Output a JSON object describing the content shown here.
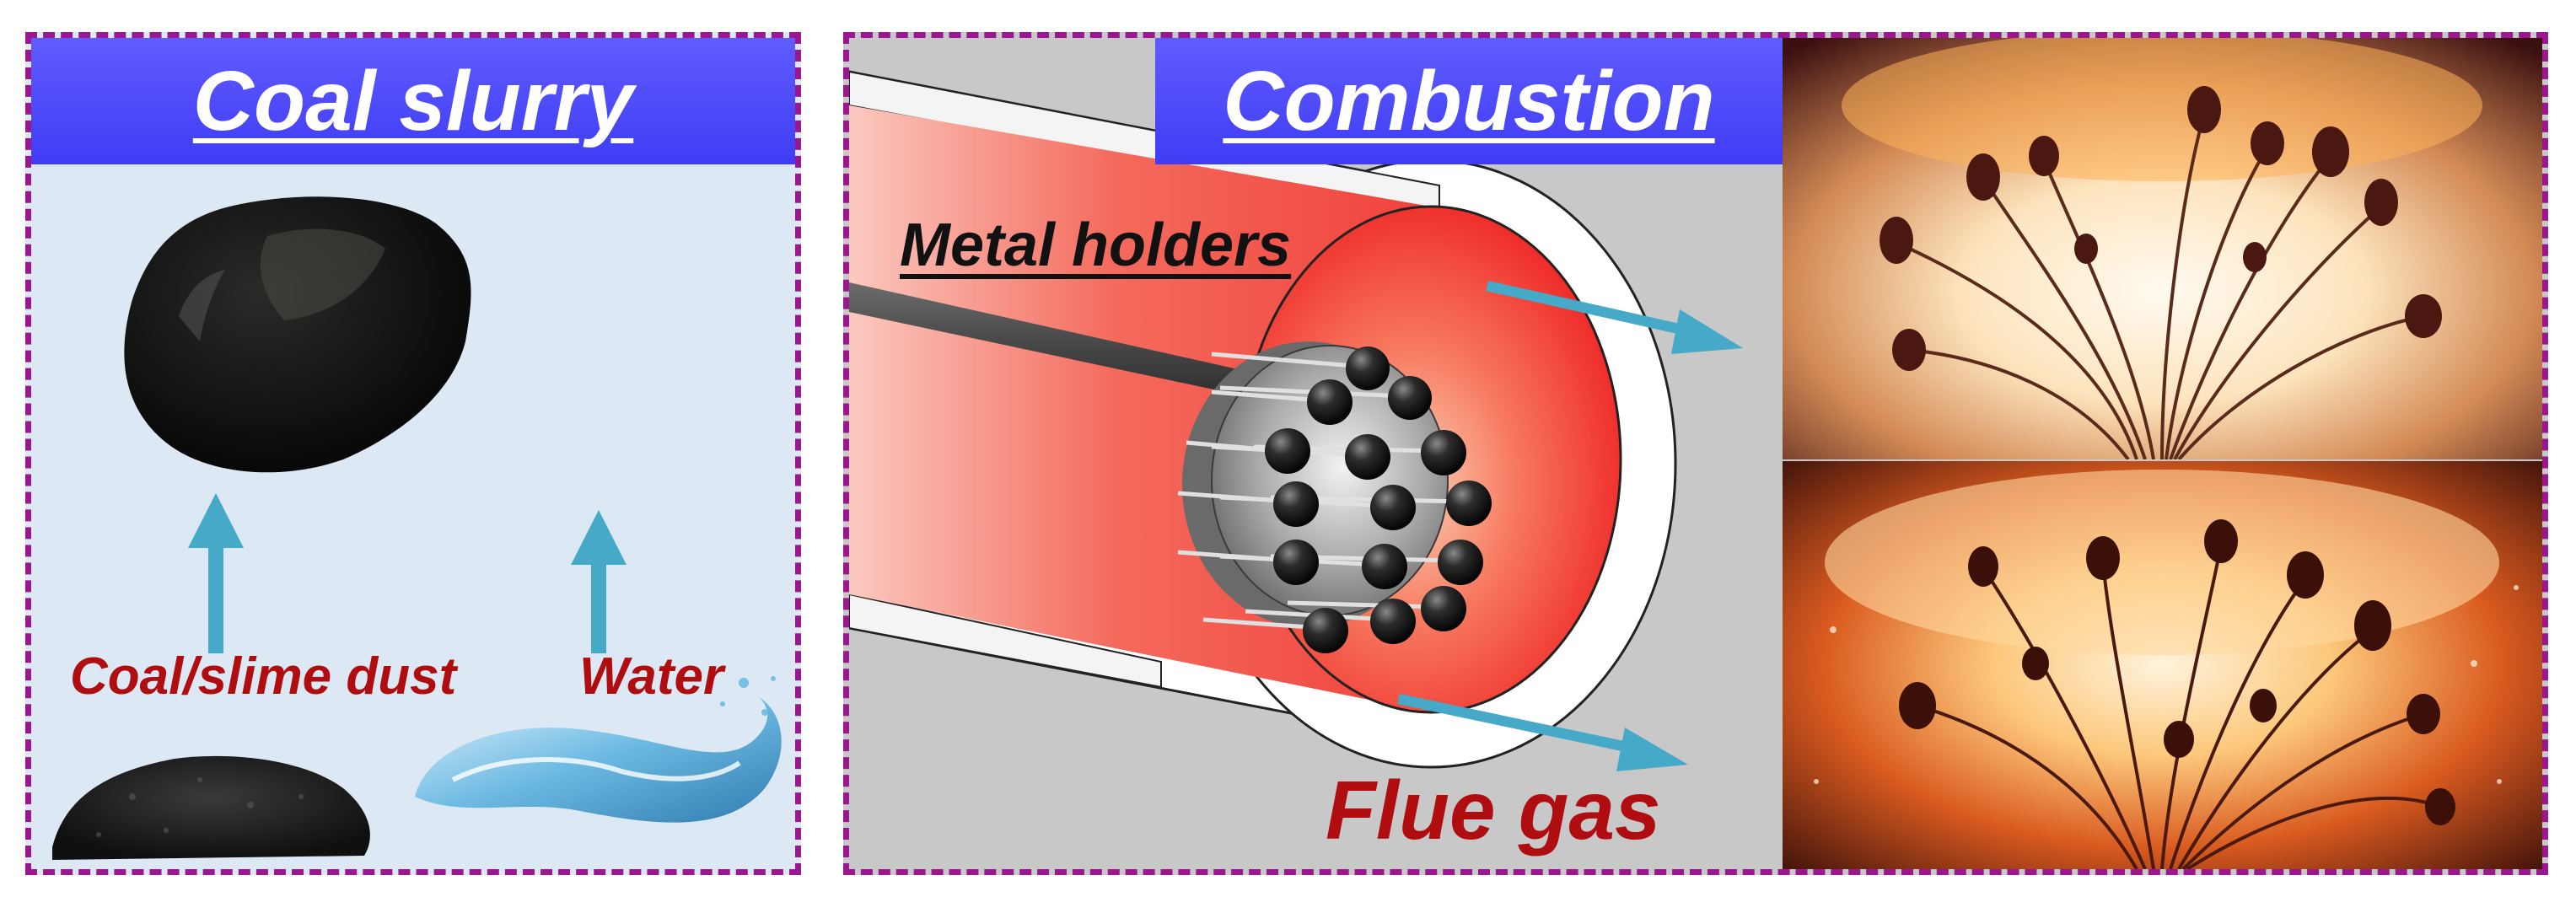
{
  "left_panel": {
    "title": "Coal slurry",
    "coal_dust_label": "Coal/slime dust",
    "water_label": "Water"
  },
  "right_panel": {
    "title": "Combustion",
    "metal_holders_label": "Metal holders",
    "flue_gas_label": "Flue gas"
  },
  "colors": {
    "border": "#9b178f",
    "banner": "#4a47f8",
    "label_red": "#b00d10",
    "arrow": "#46a9c8"
  }
}
